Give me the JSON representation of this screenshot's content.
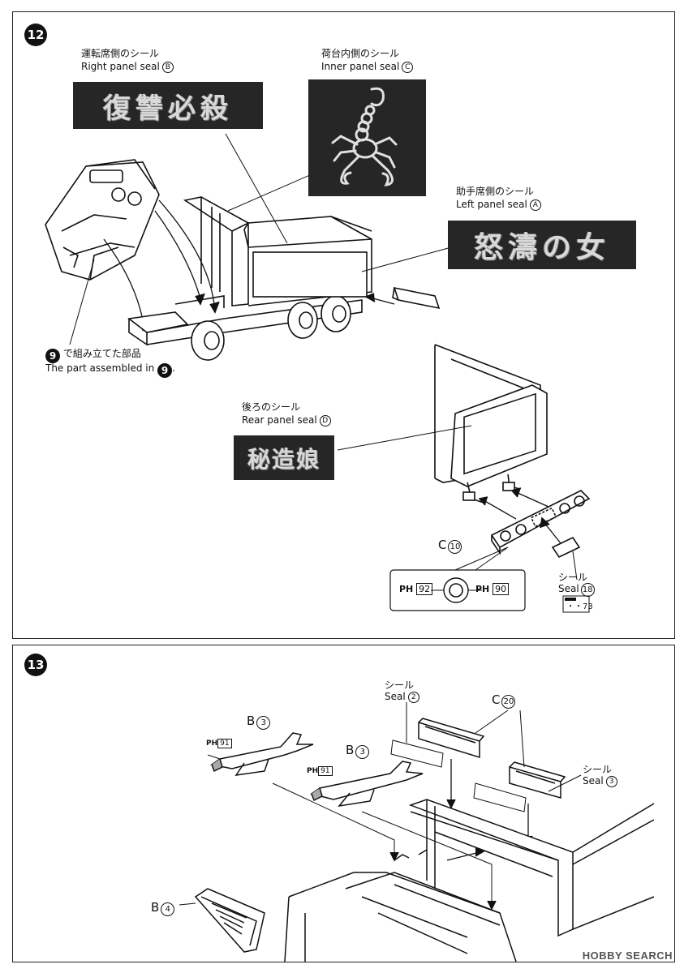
{
  "step12": {
    "number": "12",
    "right_seal": {
      "jp": "運転席側のシール",
      "en": "Right panel seal",
      "mark": "B",
      "art_text": "復讐必殺"
    },
    "inner_seal": {
      "jp": "荷台内側のシール",
      "en": "Inner panel seal",
      "mark": "C",
      "art_icon": "scorpion-icon"
    },
    "left_seal": {
      "jp": "助手席側のシール",
      "en": "Left panel seal",
      "mark": "A",
      "art_text": "怒濤の女"
    },
    "assembled": {
      "num": "9",
      "jp": "で組み立てた部品",
      "en_prefix": "The part assembled in",
      "en_suffix": "."
    },
    "rear_seal": {
      "jp": "後ろのシール",
      "en": "Rear panel seal",
      "mark": "D",
      "art_text": "秘造娘"
    },
    "part_c10": {
      "letter": "C",
      "num": "10"
    },
    "seal18": {
      "jp": "シール",
      "en": "Seal",
      "num": "18",
      "plate_text": "・・73"
    },
    "paint": {
      "left_code": "92",
      "right_code": "90",
      "ph": "PH"
    }
  },
  "step13": {
    "number": "13",
    "seal2": {
      "jp": "シール",
      "en": "Seal",
      "num": "2"
    },
    "c20": {
      "letter": "C",
      "num": "20"
    },
    "seal3": {
      "jp": "シール",
      "en": "Seal",
      "num": "3"
    },
    "b3_left": {
      "letter": "B",
      "num": "3",
      "ph": "PH",
      "code": "91"
    },
    "b3_right": {
      "letter": "B",
      "num": "3",
      "ph": "PH",
      "code": "91"
    },
    "b4": {
      "letter": "B",
      "num": "4"
    }
  },
  "watermark": "HOBBY SEARCH"
}
